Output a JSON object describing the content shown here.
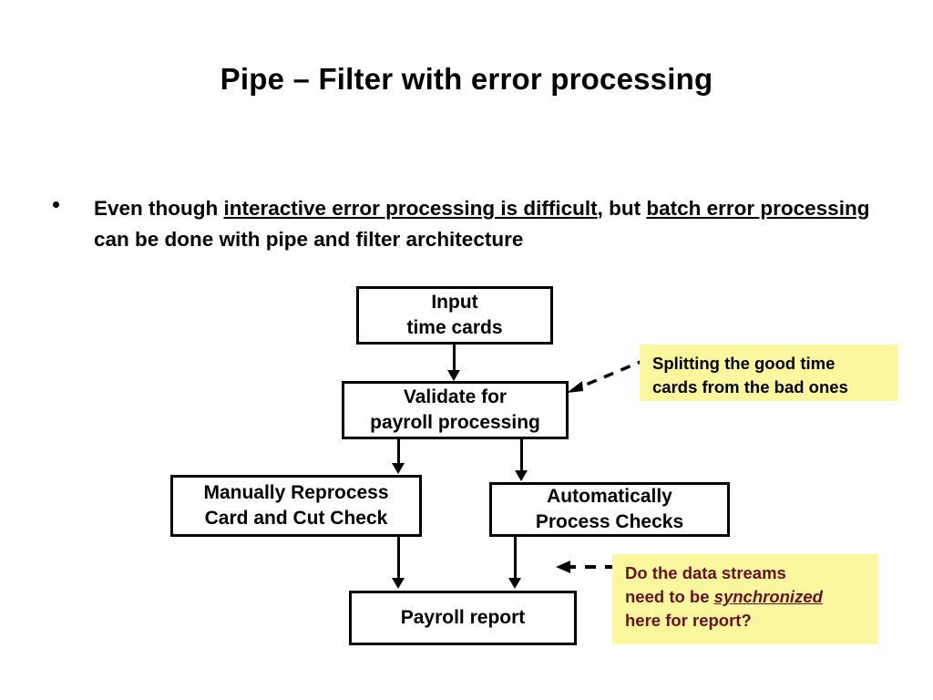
{
  "slide": {
    "title": "Pipe – Filter with error processing",
    "bullet": {
      "marker": "bullet-dot",
      "segments": [
        {
          "text": "Even though ",
          "underline": false
        },
        {
          "text": "interactive error processing is difficult",
          "underline": true
        },
        {
          "text": ", but ",
          "underline": false
        },
        {
          "text": "batch error processing",
          "underline": true
        },
        {
          "text": " can be done with pipe and filter architecture",
          "underline": false
        }
      ],
      "plain_text": "Even though interactive error processing is difficult, but batch error processing can be done with pipe and filter architecture"
    }
  },
  "diagram": {
    "type": "flowchart",
    "nodes": [
      {
        "id": "input",
        "line1": "Input",
        "line2": "time cards"
      },
      {
        "id": "validate",
        "line1": "Validate for",
        "line2": "payroll processing"
      },
      {
        "id": "manual",
        "line1": "Manually Reprocess",
        "line2": "Card and Cut Check"
      },
      {
        "id": "automatic",
        "line1": "Automatically",
        "line2": "Process Checks"
      },
      {
        "id": "payroll",
        "line1": "Payroll report",
        "line2": ""
      }
    ],
    "edges": [
      {
        "from": "input",
        "to": "validate",
        "style": "solid-arrow"
      },
      {
        "from": "validate",
        "to": "manual",
        "style": "solid-arrow"
      },
      {
        "from": "validate",
        "to": "automatic",
        "style": "solid-arrow"
      },
      {
        "from": "manual",
        "to": "payroll",
        "style": "solid-arrow"
      },
      {
        "from": "automatic",
        "to": "payroll",
        "style": "solid-arrow"
      }
    ]
  },
  "callouts": [
    {
      "id": "splitting",
      "line1": "Splitting the good time",
      "line2": "cards from the bad ones",
      "plain_text": "Splitting the good time cards from the bad ones",
      "background": "#fbf79f",
      "text_color": "#000000",
      "points_to": "validate",
      "leader_style": "dashed-arrow-diagonal"
    },
    {
      "id": "synchronized",
      "line1": "Do the data streams",
      "line2_prefix": "need to be ",
      "line2_emphasis": "synchronized",
      "line3": "here for report?",
      "plain_text": "Do the data streams need to be synchronized here for report?",
      "background": "#fbf79f",
      "text_color": "#6b1020",
      "points_to": "payroll",
      "leader_style": "dashed-arrow-horizontal"
    }
  ]
}
